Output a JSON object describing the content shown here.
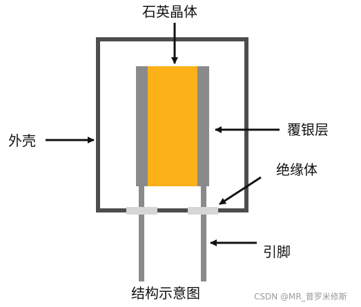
{
  "labels": {
    "crystal": "石英晶体",
    "shell": "外壳",
    "silver_layer": "覆银层",
    "insulator": "绝缘体",
    "pins": "引脚",
    "caption": "结构示意图"
  },
  "watermark": "CSDN @MR_普罗米修斯",
  "colors": {
    "crystal": "#FBB117",
    "electrode": "#8A8A8A",
    "shell": "#4D4D4D",
    "pin": "#8A8A8A",
    "insulator": "#D6D6D6",
    "arrow": "#111111"
  }
}
